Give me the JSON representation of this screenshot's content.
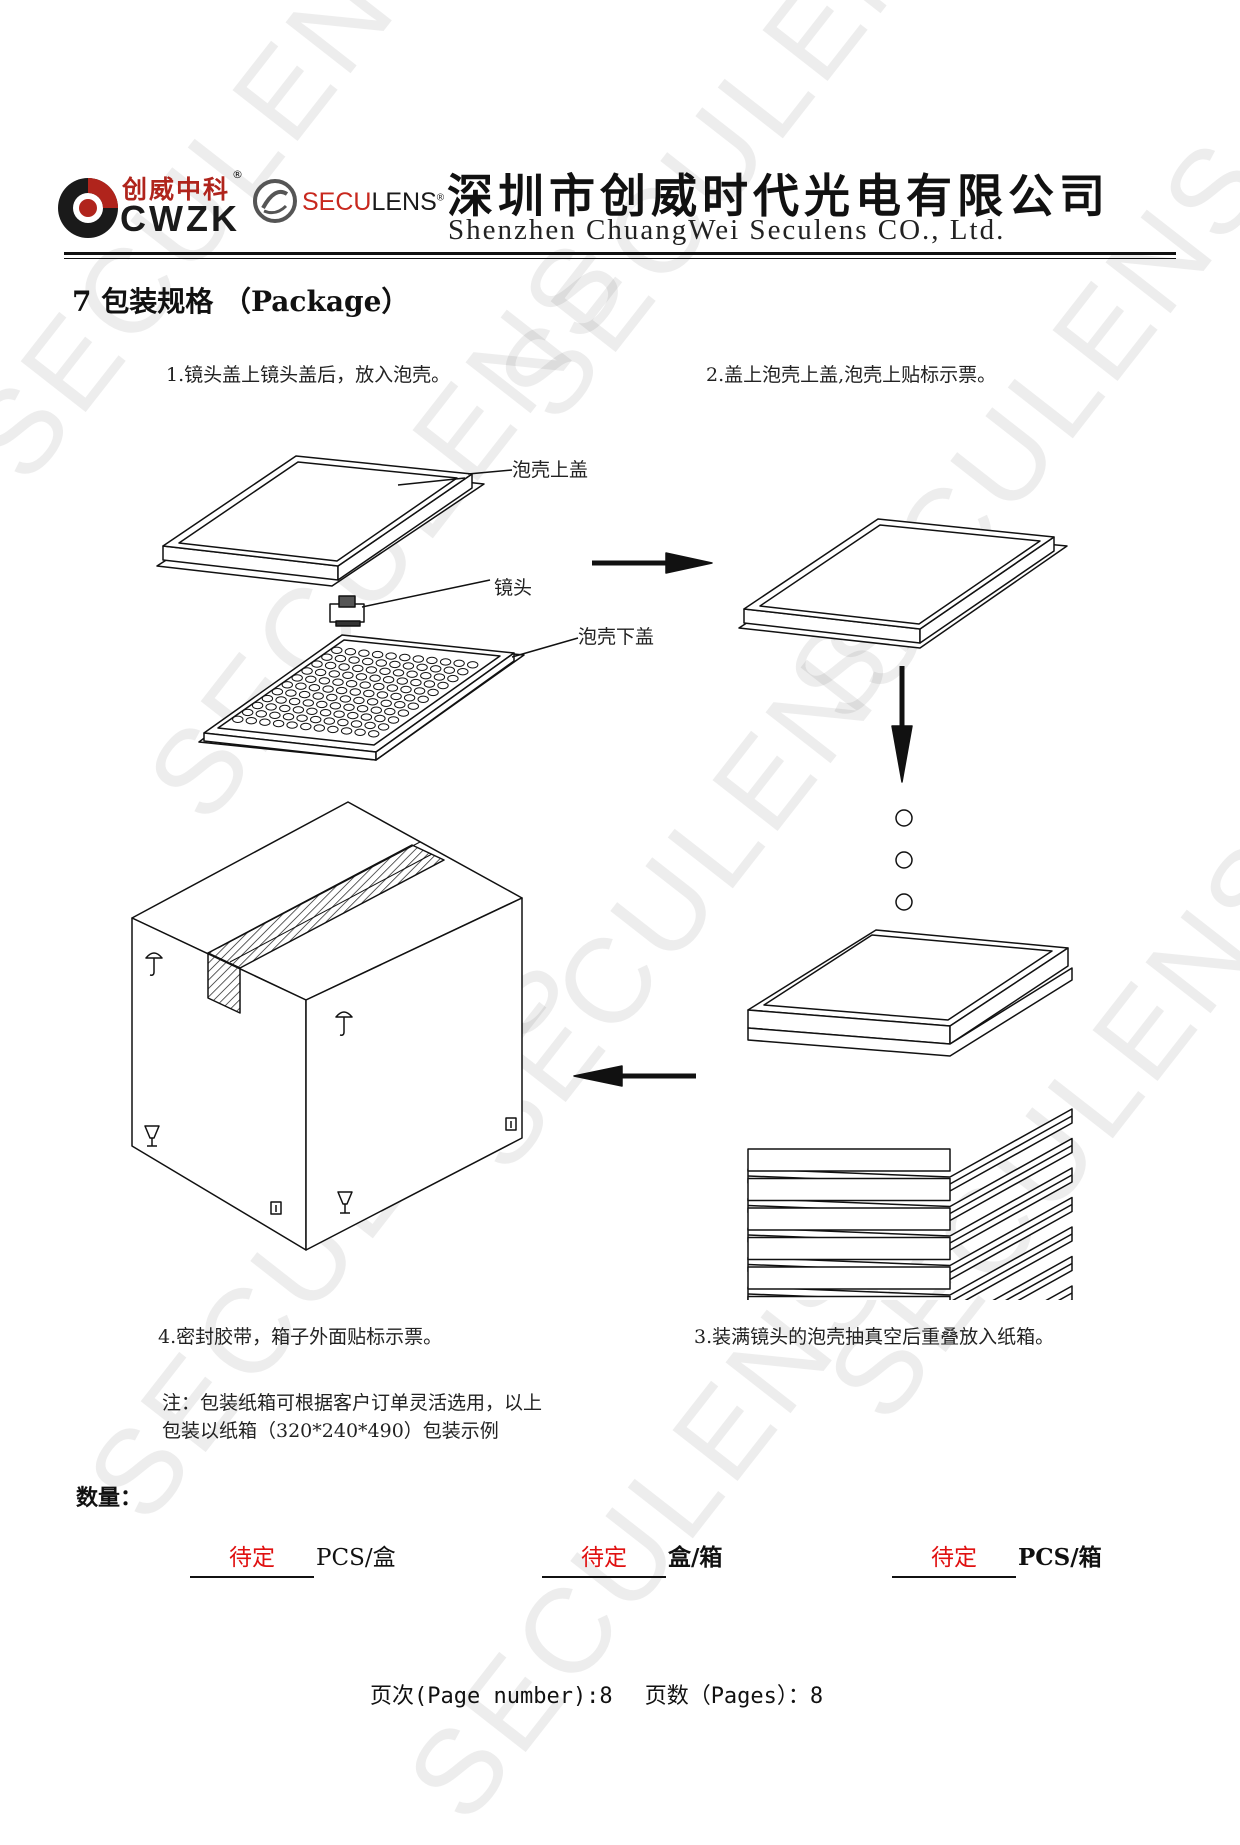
{
  "header": {
    "logo_cn": "创威中科",
    "logo_en": "CWZK",
    "seculens_red": "SECU",
    "seculens_black": "LENS",
    "company_cn": "深圳市创威时代光电有限公司",
    "company_en": "Shenzhen ChuangWei Seculens CO., Ltd."
  },
  "section_title": "7 包装规格 （Package）",
  "steps": {
    "s1": "1.镜头盖上镜头盖后，放入泡壳。",
    "s2": "2.盖上泡壳上盖,泡壳上贴标示票。",
    "s3": "3.装满镜头的泡壳抽真空后重叠放入纸箱。",
    "s4": "4.密封胶带，箱子外面贴标示票。"
  },
  "labels": {
    "top_cover": "泡壳上盖",
    "lens": "镜头",
    "bottom_cover": "泡壳下盖"
  },
  "note": {
    "line1": "注：包装纸箱可根据客户订单灵活选用，以上",
    "line2": "包装以纸箱（320*240*490）包装示例"
  },
  "quantity": {
    "title": "数量：",
    "items": [
      {
        "value": "待定",
        "unit": "PCS/盒"
      },
      {
        "value": "待定",
        "unit": "盒/箱"
      },
      {
        "value": "待定",
        "unit": "PCS/箱"
      }
    ]
  },
  "footer": {
    "page_number": "页次(Page number):8",
    "pages": "页数（Pages）：8"
  },
  "watermark": "SECULENS",
  "colors": {
    "logo_red": "#b0241c",
    "quantity_red": "#e01010"
  }
}
